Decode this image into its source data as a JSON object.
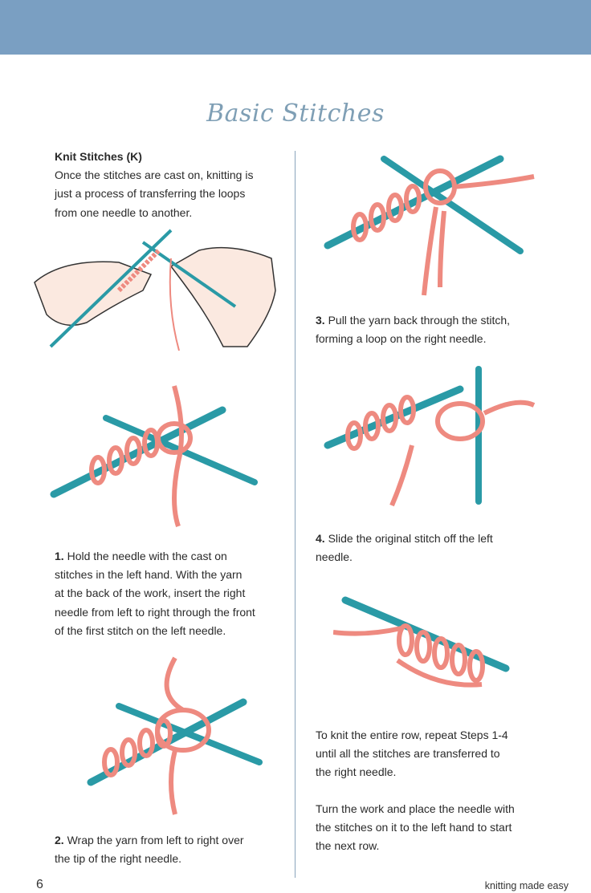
{
  "header": {
    "title": "Basic Stitches"
  },
  "left": {
    "heading": "Knit Stitches (K)",
    "intro_lines": [
      "Once the stitches are cast on, knitting is",
      "just a process of transferring the loops",
      "from one needle to another."
    ],
    "step1": {
      "number": "1.",
      "lines": [
        " Hold the needle with the cast on",
        "stitches in the left hand. With the yarn",
        "at the back of the work, insert the right",
        "needle from left to right through the front",
        "of the first stitch on the left needle."
      ]
    },
    "step2": {
      "number": "2.",
      "lines": [
        " Wrap the yarn from left to right over",
        "the tip of the right needle."
      ]
    }
  },
  "right": {
    "step3": {
      "number": "3.",
      "lines": [
        " Pull the yarn back through the stitch,",
        "forming a loop on the right needle."
      ]
    },
    "step4": {
      "number": "4.",
      "lines": [
        " Slide the original stitch off the left",
        "needle."
      ]
    },
    "repeat_lines": [
      "To knit the entire row, repeat Steps 1-4",
      "until all the stitches are transferred to",
      "the right needle."
    ],
    "turn_lines": [
      "Turn the work and place the needle with",
      "the stitches on it to the left hand to start",
      "the next row."
    ]
  },
  "footer": {
    "page_number": "6",
    "running_title": "knitting made easy"
  },
  "colors": {
    "band": "#7a9fc2",
    "needle": "#2a9aa6",
    "yarn": "#ee8a80"
  }
}
